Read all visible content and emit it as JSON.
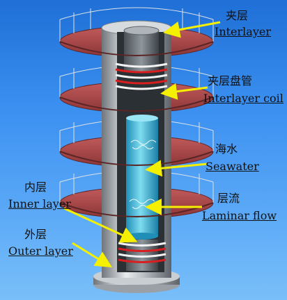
{
  "labels": {
    "interlayer": {
      "cn": "夹层",
      "en": "Interlayer"
    },
    "interlayer_coil": {
      "cn": "夹层盘管",
      "en": "Interlayer coil"
    },
    "seawater": {
      "cn": "海水",
      "en": "Seawater"
    },
    "laminar_flow": {
      "cn": "层流",
      "en": "Laminar flow"
    },
    "inner_layer": {
      "cn": "内层",
      "en": "Inner layer"
    },
    "outer_layer": {
      "cn": "外层",
      "en": "Outer layer"
    }
  },
  "colors": {
    "background": "#3a8ff0",
    "platform": "#a8484a",
    "arrow": "#f5f000",
    "coil_red": "#d81e1e",
    "seawater": "#3fb8d8"
  }
}
